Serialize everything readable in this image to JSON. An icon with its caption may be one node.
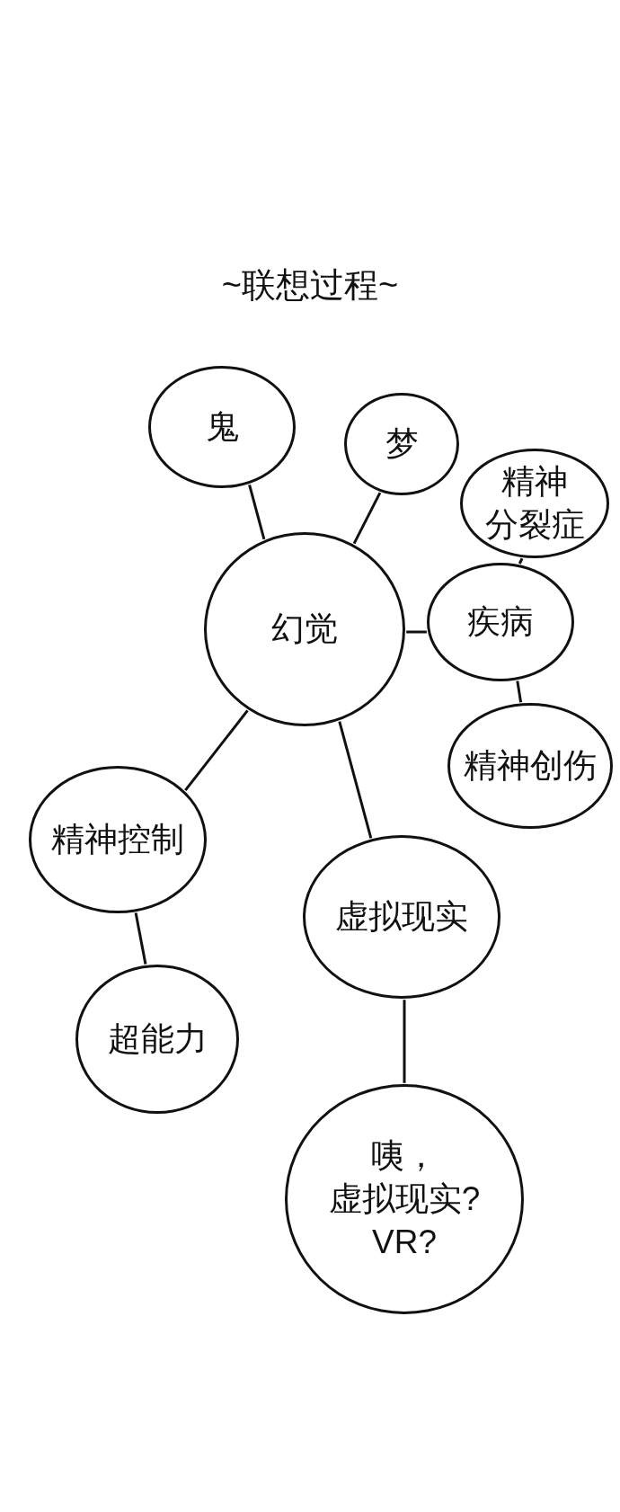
{
  "diagram": {
    "title": "~联想过程~",
    "nodes": [
      {
        "text": [
          "鬼"
        ]
      },
      {
        "text": [
          "梦"
        ]
      },
      {
        "text": [
          "精神分裂症"
        ]
      },
      {
        "text": [
          "幻觉"
        ]
      },
      {
        "text": [
          "疾病"
        ]
      },
      {
        "text": [
          "精神创伤"
        ]
      },
      {
        "text": [
          "精神控制"
        ]
      },
      {
        "text": [
          "虚拟现实"
        ]
      },
      {
        "text": [
          "超能力"
        ]
      },
      {
        "text": [
          "咦，虚拟现实?VR?"
        ]
      }
    ],
    "edges": [
      {
        "from": 0,
        "to": 3,
        "arrow": "none"
      },
      {
        "from": 1,
        "to": 3,
        "arrow": "none"
      },
      {
        "from": 3,
        "to": 4,
        "arrow": "none"
      },
      {
        "from": 4,
        "to": 2,
        "arrow": "none"
      },
      {
        "from": 4,
        "to": 5,
        "arrow": "none"
      },
      {
        "from": 3,
        "to": 6,
        "arrow": "none"
      },
      {
        "from": 6,
        "to": 8,
        "arrow": "none"
      },
      {
        "from": 3,
        "to": 7,
        "arrow": "none"
      },
      {
        "from": 7,
        "to": 9,
        "arrow": "none"
      }
    ]
  }
}
